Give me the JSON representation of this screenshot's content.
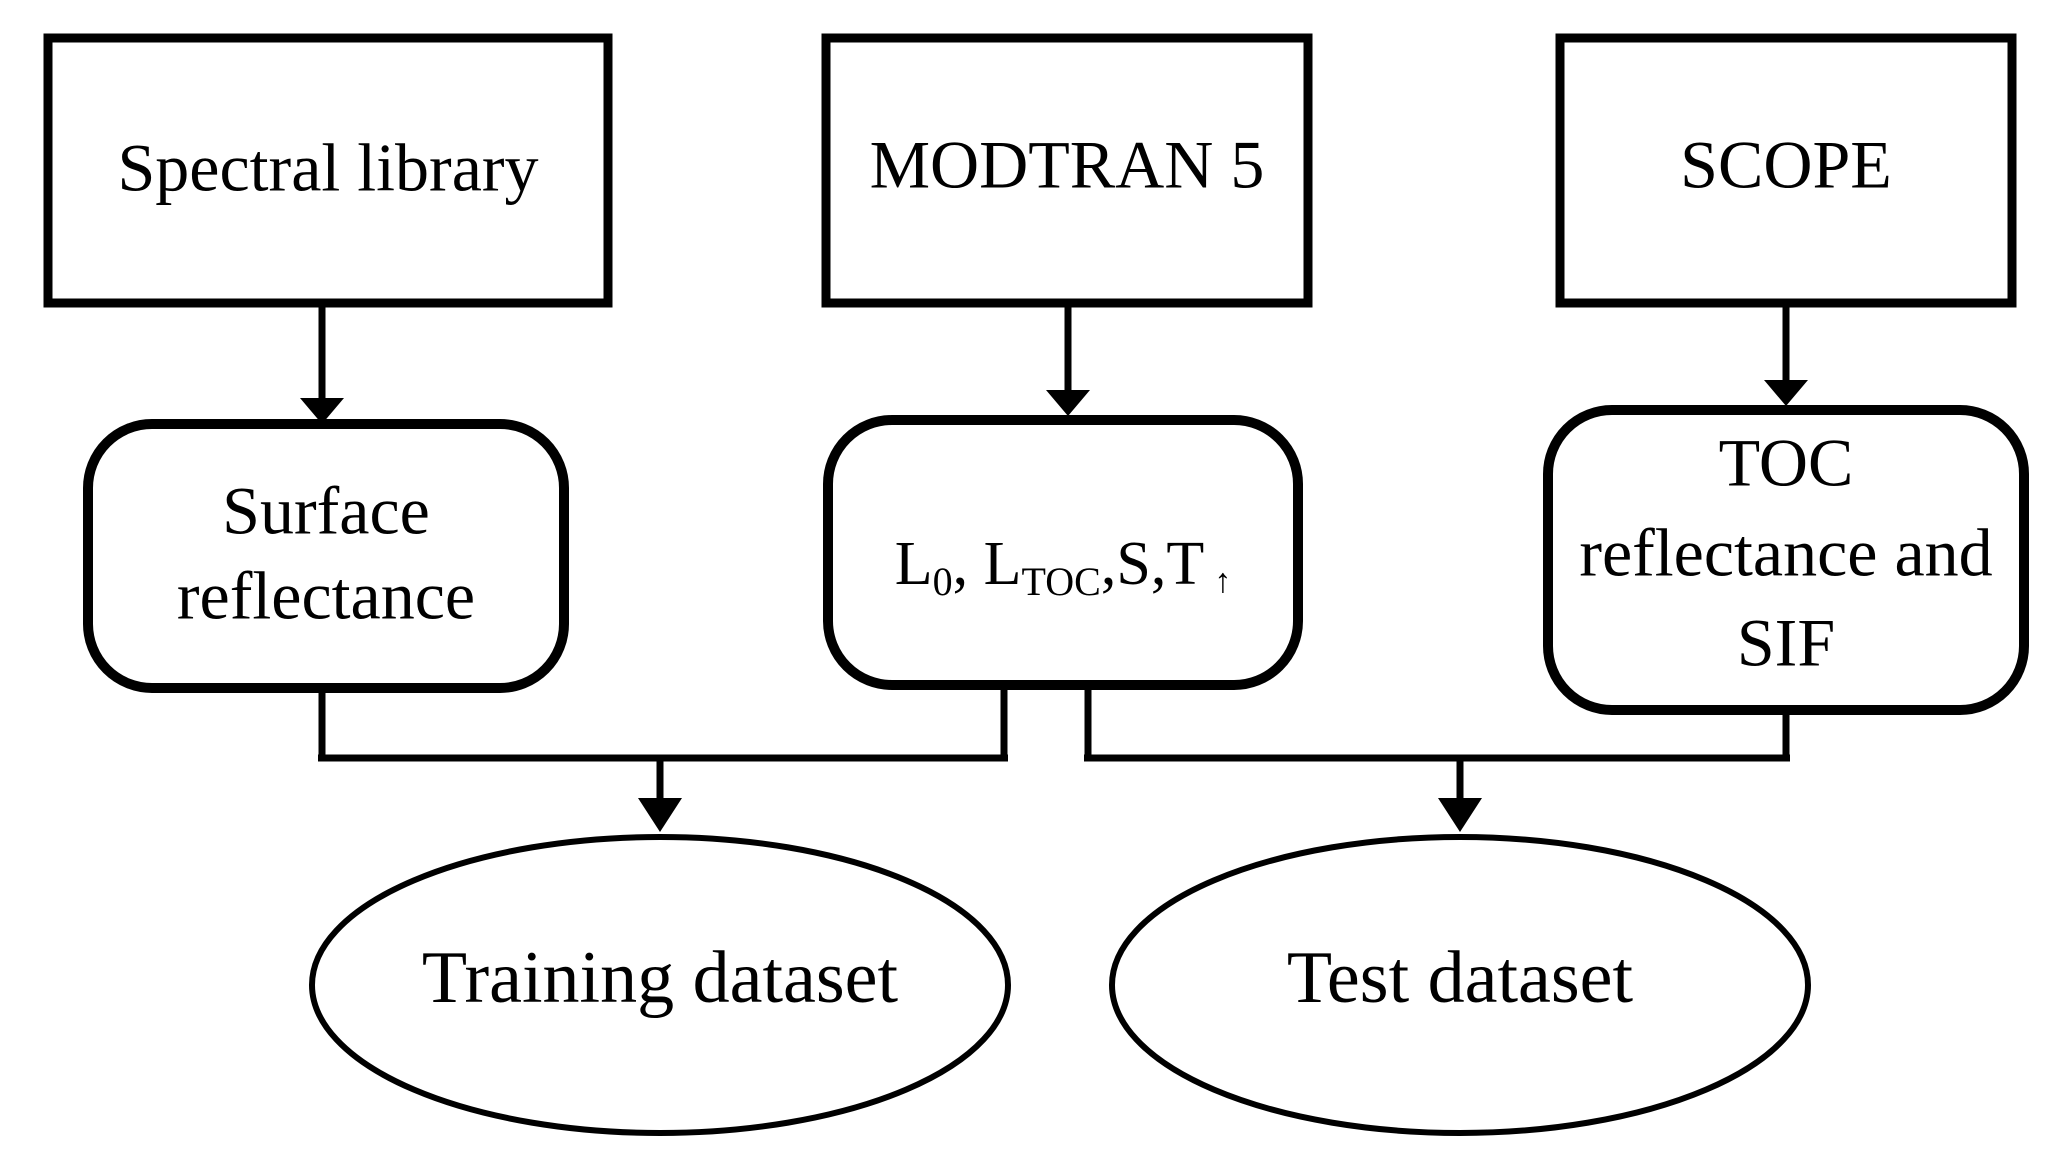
{
  "diagram": {
    "title": "Training and test dataset generation flowchart",
    "background_color": "#ffffff",
    "line_color": "#000000",
    "sources": [
      {
        "id": "spectral-library",
        "label": "Spectral library",
        "shape": "rectangle"
      },
      {
        "id": "modtran-5",
        "label": "MODTRAN 5",
        "shape": "rectangle"
      },
      {
        "id": "scope",
        "label": "SCOPE",
        "shape": "rectangle"
      }
    ],
    "outputs": [
      {
        "id": "surface-reflectance",
        "shape": "rounded-rectangle",
        "lines": [
          "Surface",
          "reflectance"
        ]
      },
      {
        "id": "radiative-transfer-terms",
        "shape": "rounded-rectangle",
        "formula": {
          "base_1": "L",
          "sub_1": "0",
          "sep_1": ", ",
          "base_2": "L",
          "sub_2": "TOC",
          "sep_2": ",",
          "base_3": "S",
          "sep_3": ",",
          "base_4": "T",
          "sub_4": "↑"
        },
        "plain_text": "L0, LTOC, S, T ↑"
      },
      {
        "id": "toc-reflectance-and-sif",
        "shape": "rounded-rectangle",
        "lines": [
          "TOC",
          "reflectance and",
          "SIF"
        ]
      }
    ],
    "datasets": [
      {
        "id": "training-dataset",
        "label": "Training dataset",
        "shape": "ellipse"
      },
      {
        "id": "test-dataset",
        "label": "Test dataset",
        "shape": "ellipse"
      }
    ],
    "edges": [
      {
        "from": "spectral-library",
        "to": "surface-reflectance",
        "style": "arrow-down"
      },
      {
        "from": "modtran-5",
        "to": "radiative-transfer-terms",
        "style": "arrow-down"
      },
      {
        "from": "scope",
        "to": "toc-reflectance-and-sif",
        "style": "arrow-down"
      },
      {
        "from": "surface-reflectance",
        "to": "training-dataset",
        "style": "orthogonal-merge"
      },
      {
        "from": "radiative-transfer-terms",
        "to": "training-dataset",
        "style": "orthogonal-merge"
      },
      {
        "from": "radiative-transfer-terms",
        "to": "test-dataset",
        "style": "orthogonal-merge"
      },
      {
        "from": "toc-reflectance-and-sif",
        "to": "test-dataset",
        "style": "orthogonal-merge"
      }
    ]
  }
}
